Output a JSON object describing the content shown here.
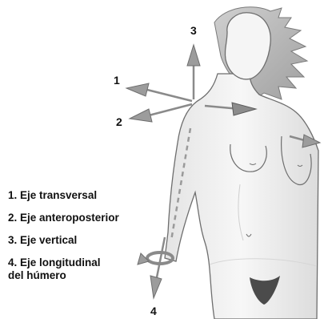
{
  "axis_numbers": {
    "n1": "1",
    "n2": "2",
    "n3": "3",
    "n4": "4"
  },
  "legend": {
    "item1": "1. Eje transversal",
    "item2": "2. Eje anteroposterior",
    "item3": "3. Eje vertical",
    "item4_line1": "4. Eje longitudinal",
    "item4_line2": "del húmero"
  },
  "colors": {
    "skin": "#f2f2f2",
    "outline": "#6e6e6e",
    "arrow": "#8a8a8a",
    "arrow_dark": "#5a5a5a"
  }
}
